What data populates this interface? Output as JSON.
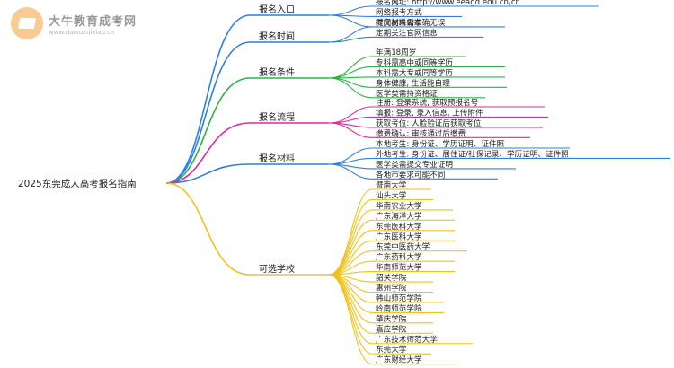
{
  "watermark": {
    "title": "大牛教育成考网",
    "url": "www.daniuzuixiao.cn"
  },
  "root": "2025东莞成人高考报名指南",
  "branches": [
    {
      "label": "报名入口",
      "color": "#2f7fe0",
      "items": [
        "报名网址: http://www.eeagd.edu.cn/cr",
        "网络报考方式",
        "提交材料需准确无误"
      ]
    },
    {
      "label": "报名时间",
      "color": "#2f7fe0",
      "items": [
        "时间尚未公布",
        "定期关注官网信息"
      ]
    },
    {
      "label": "报名条件",
      "color": "#2bb34a",
      "items": [
        "年满18周岁",
        "专科需高中或同等学历",
        "本科需大专或同等学历",
        "身体健康, 生活能自理",
        "医学类需持资格证"
      ]
    },
    {
      "label": "报名流程",
      "color": "#e0289b",
      "items": [
        "注册: 登录系统, 获取预报名号",
        "填报: 登录, 录入信息, 上传附件",
        "获取考位: 人脸验证后获取考位",
        "缴费确认: 审核通过后缴费"
      ]
    },
    {
      "label": "报名材料",
      "color": "#2f7fe0",
      "items": [
        "本地考生: 身份证、学历证明、证件照",
        "外地考生: 身份证、居住证/社保记录、学历证明、证件照",
        "医学类需提交专业证明",
        "各地市要求可能不同"
      ]
    },
    {
      "label": "可选学校",
      "color": "#f2c21a",
      "items": [
        "暨南大学",
        "汕头大学",
        "华南农业大学",
        "广东海洋大学",
        "东莞医科大学",
        "广东医科大学",
        "东莞中医药大学",
        "广东药科大学",
        "华南师范大学",
        "韶关学院",
        "惠州学院",
        "韩山师范学院",
        "岭南师范学院",
        "肇庆学院",
        "嘉应学院",
        "广东技术师范大学",
        "东莞大学",
        "广东财经大学"
      ]
    }
  ]
}
